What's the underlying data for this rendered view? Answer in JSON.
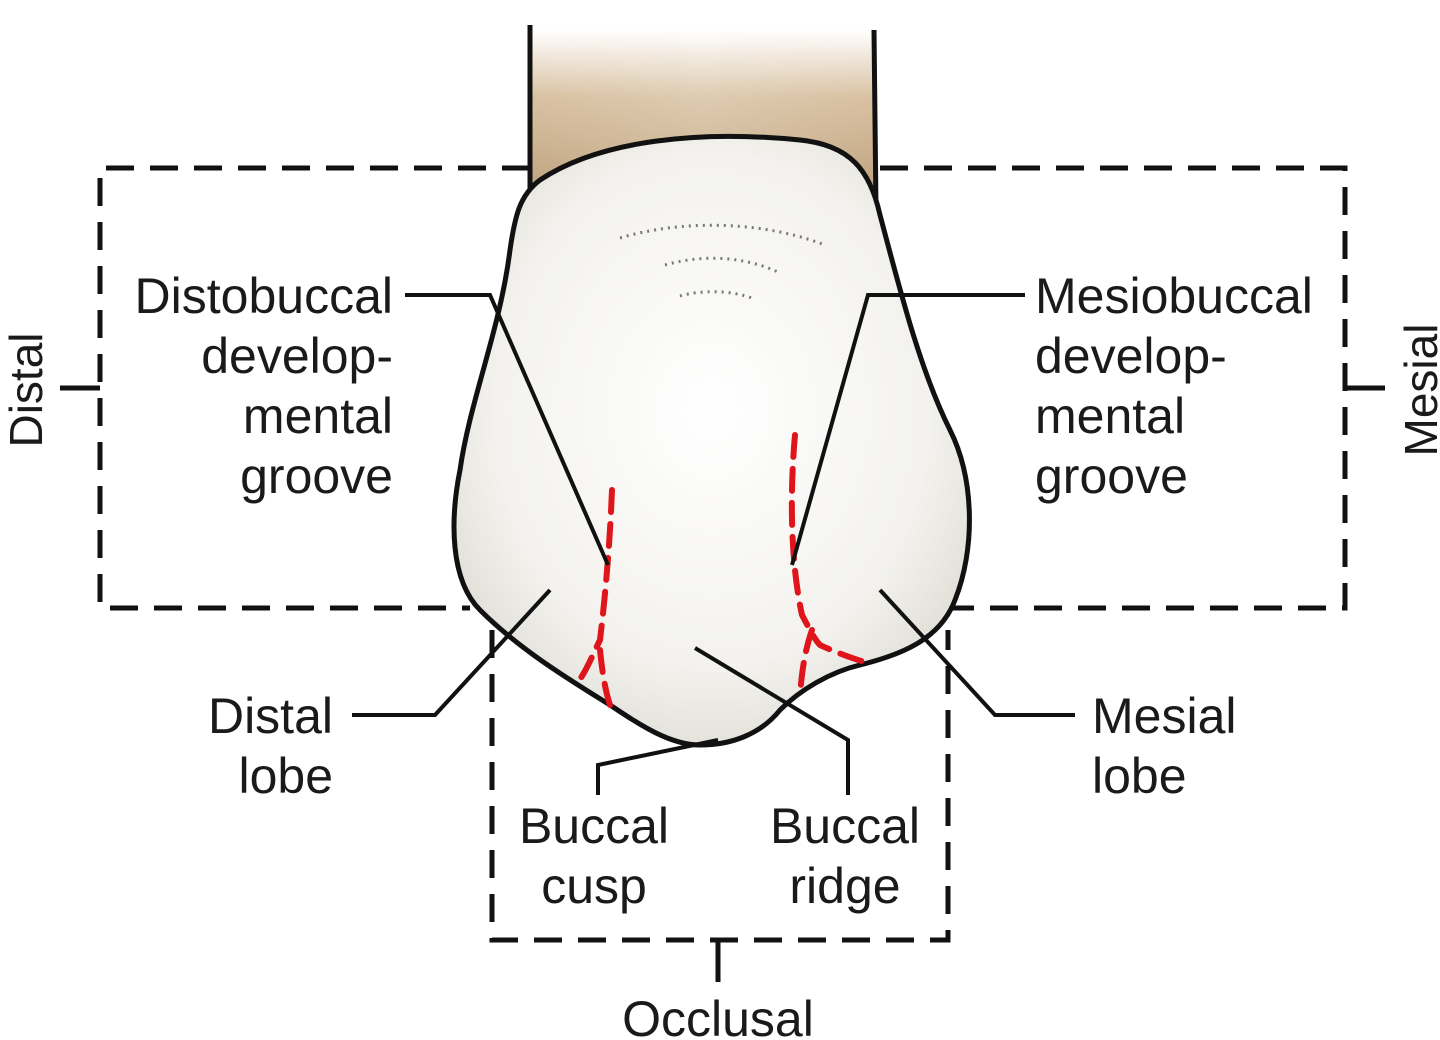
{
  "labels": {
    "distal_side": "Distal",
    "mesial_side": "Mesial",
    "occlusal": "Occlusal",
    "distobuccal_groove": [
      "Distobuccal",
      "develop-",
      "mental",
      "groove"
    ],
    "mesiobuccal_groove": [
      "Mesiobuccal",
      "develop-",
      "mental",
      "groove"
    ],
    "distal_lobe": [
      "Distal",
      "lobe"
    ],
    "mesial_lobe": [
      "Mesial",
      "lobe"
    ],
    "buccal_cusp": [
      "Buccal",
      "cusp"
    ],
    "buccal_ridge": [
      "Buccal",
      "ridge"
    ]
  },
  "colors": {
    "root": "#c8aa86",
    "crown": "#f2f1ec",
    "outline": "#111111",
    "groove": "#e0151b",
    "text": "#1a1a1a"
  }
}
